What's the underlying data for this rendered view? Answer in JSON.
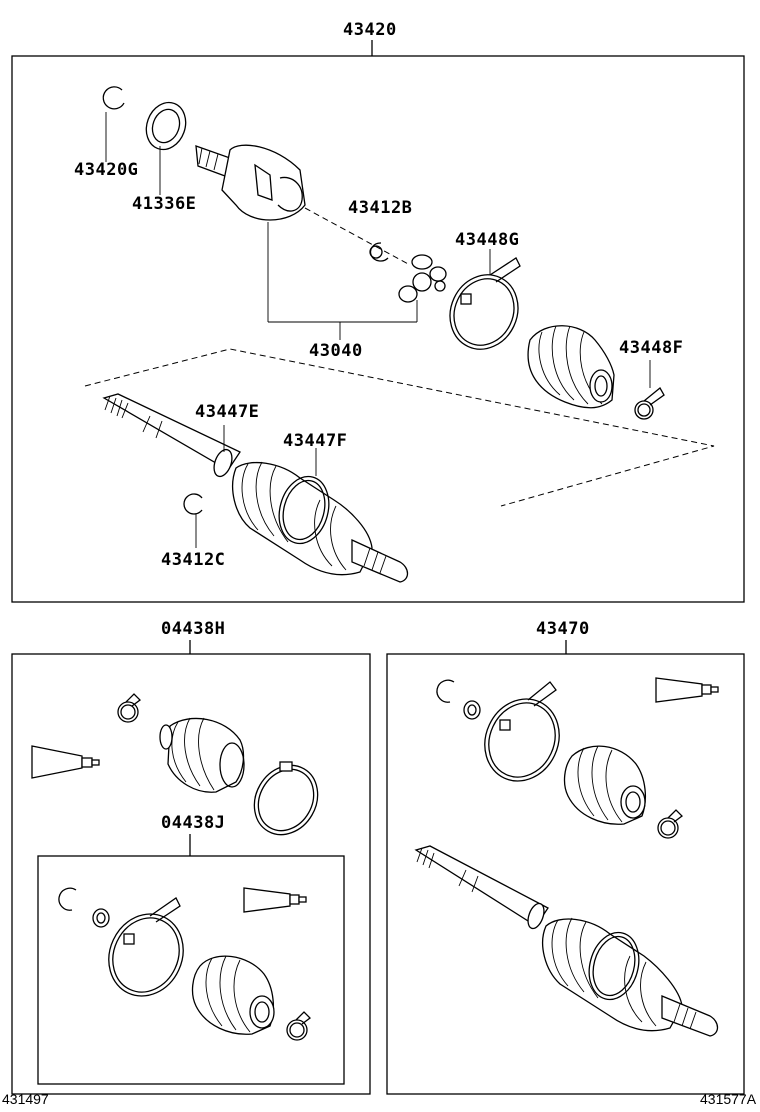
{
  "labels": {
    "p43420": "43420",
    "p43420G": "43420G",
    "p41336E": "41336E",
    "p43412B": "43412B",
    "p43448G": "43448G",
    "p43040": "43040",
    "p43448F": "43448F",
    "p43447E": "43447E",
    "p43447F": "43447F",
    "p43412C": "43412C",
    "p04438H": "04438H",
    "p04438J": "04438J",
    "p43470": "43470"
  },
  "footer": {
    "left_code": "431497",
    "right_code": "431577A"
  }
}
